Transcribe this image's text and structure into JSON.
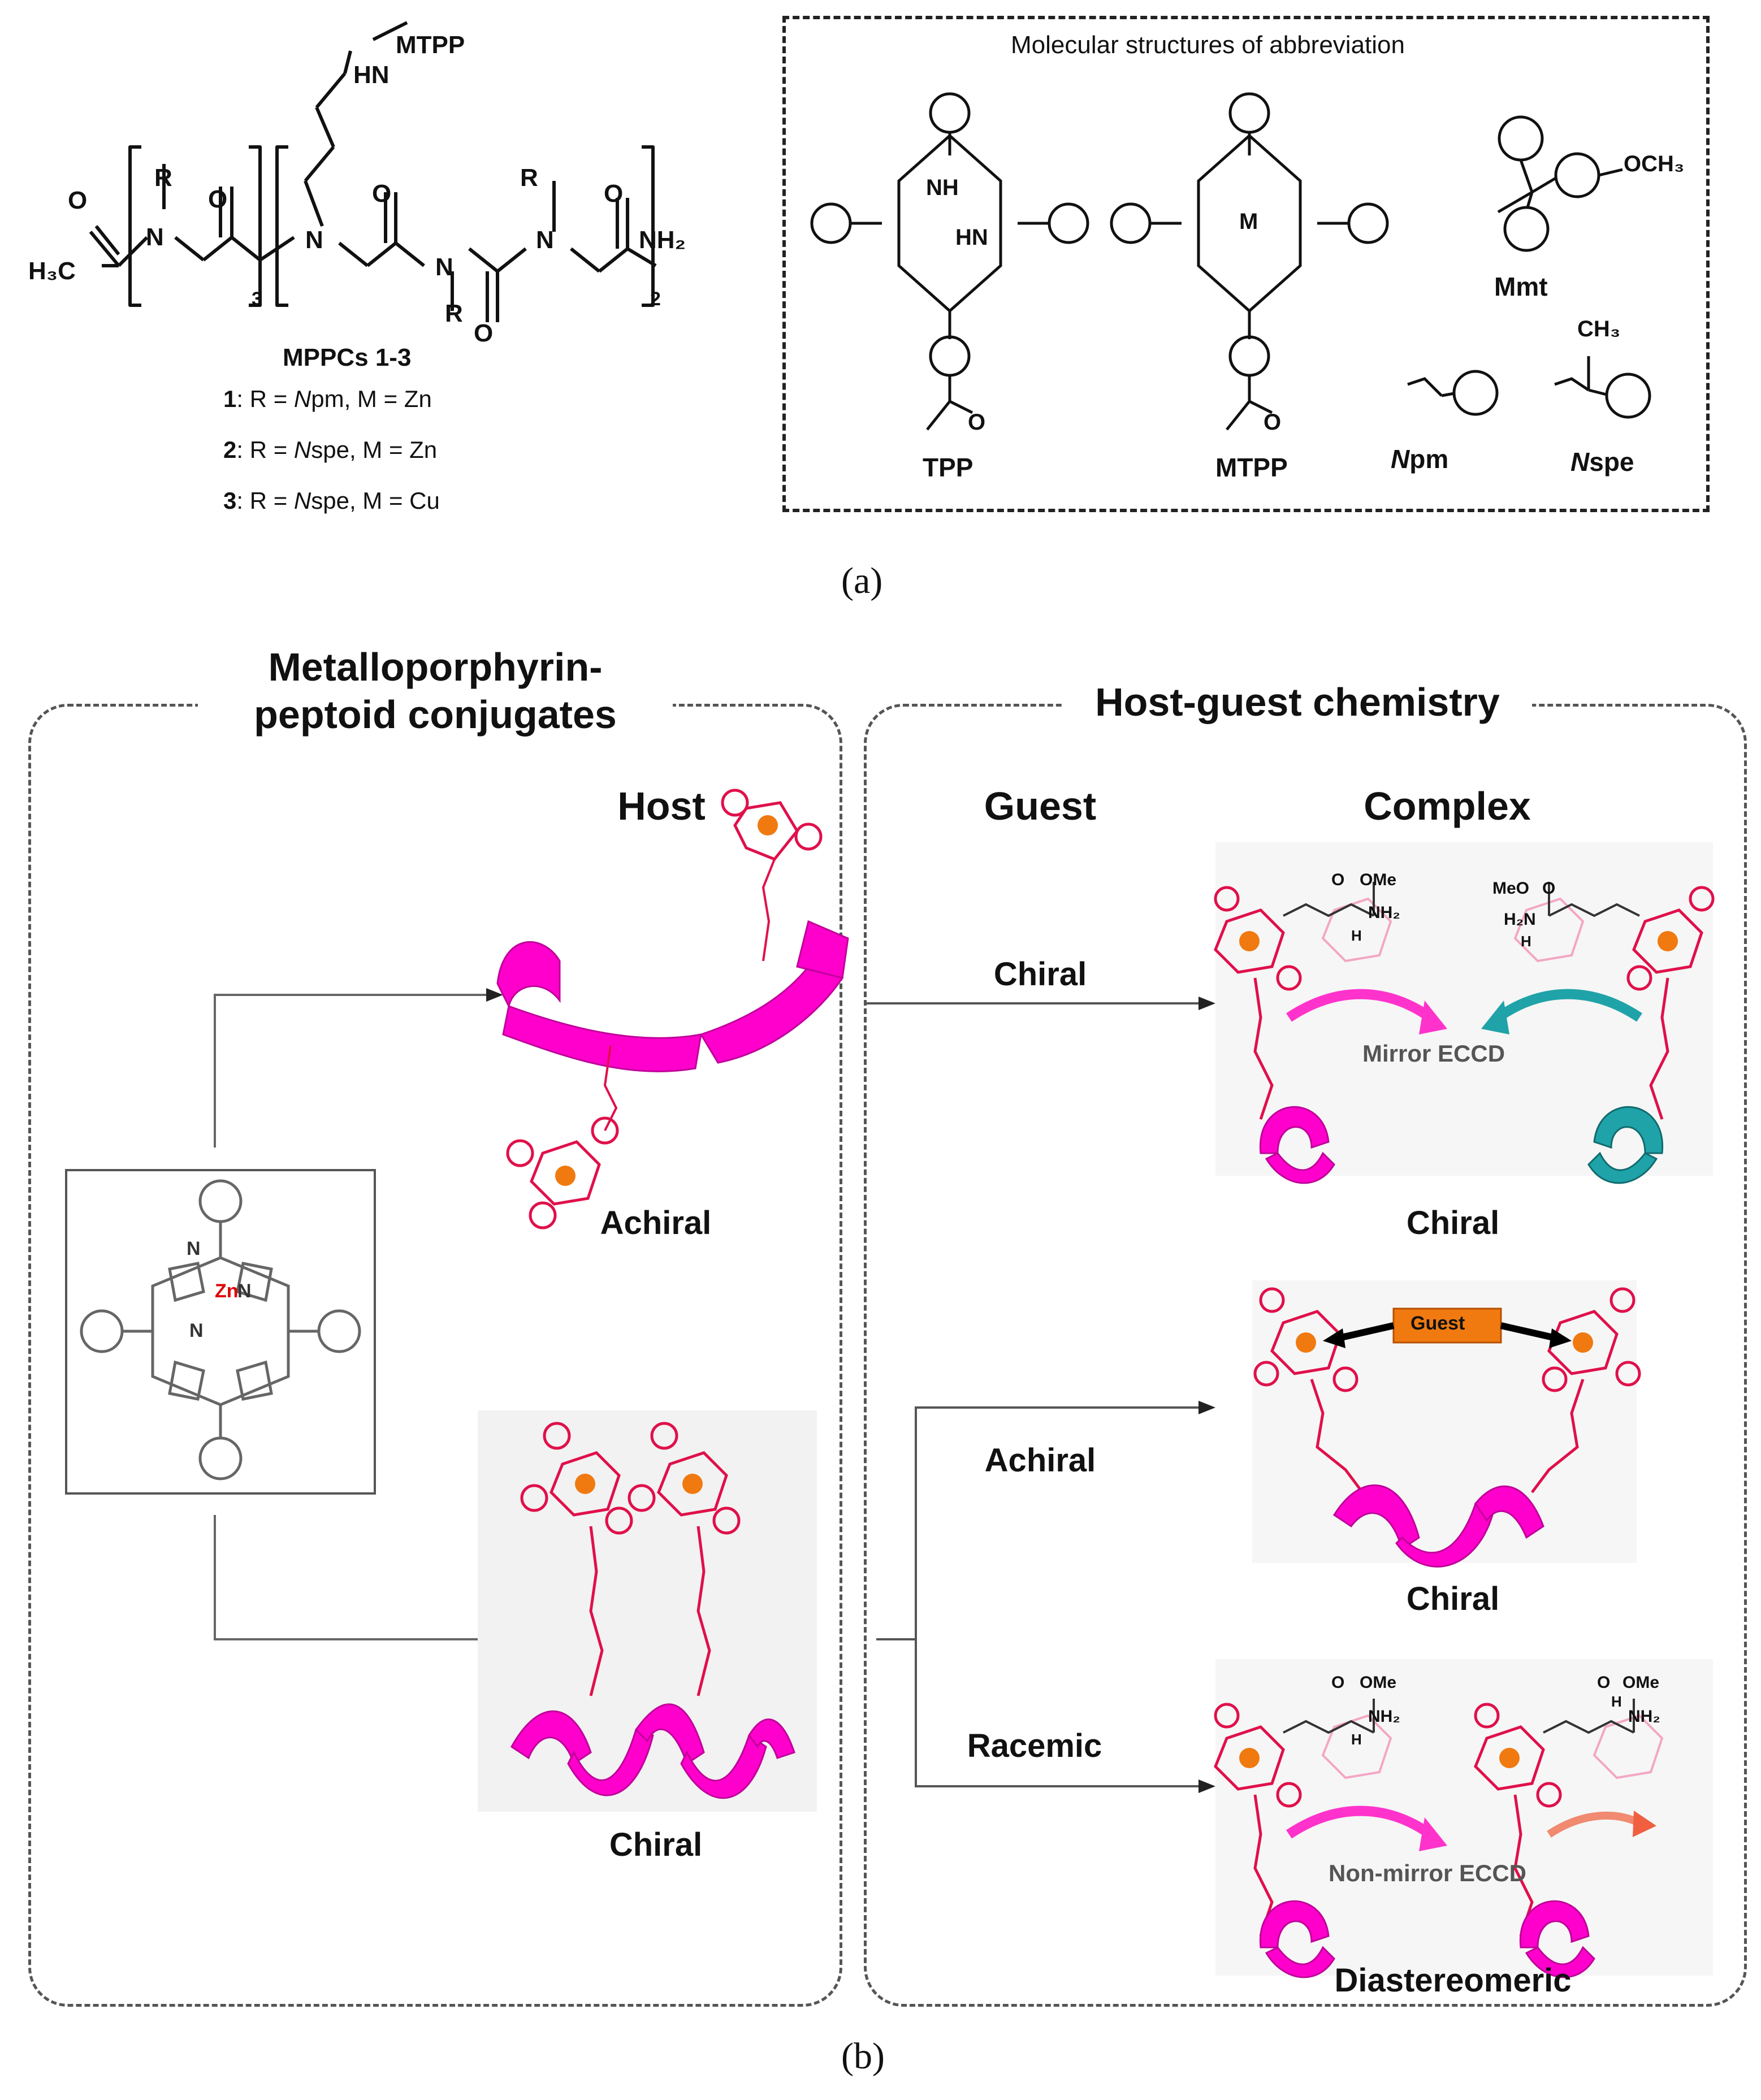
{
  "panel_a": {
    "label": "(a)",
    "formula": {
      "mtpp": "MTPP",
      "hn": "HN",
      "r_top_left": "R",
      "r_top_right": "R",
      "r_bottom": "R",
      "n1": "N",
      "n2": "N",
      "n3": "N",
      "n4": "N",
      "o1": "O",
      "o2": "O",
      "o3": "O",
      "o4": "O",
      "o5": "O",
      "h3c": "H₃C",
      "nh2": "NH₂",
      "sub3": "3",
      "sub2": "2"
    },
    "compound_title": "MPPCs 1-3",
    "compounds": [
      {
        "num": "1",
        "text": ": R = ",
        "ital": "N",
        "rest": "pm, M = Zn"
      },
      {
        "num": "2",
        "text": ": R = ",
        "ital": "N",
        "rest": "spe, M = Zn"
      },
      {
        "num": "3",
        "text": ": R = ",
        "ital": "N",
        "rest": "spe, M = Cu"
      }
    ],
    "abbr_title": "Molecular  structures of abbreviation",
    "abbr_labels": {
      "tpp": "TPP",
      "mtpp": "MTPP",
      "mmt": "Mmt",
      "npm_n": "N",
      "npm_rest": "pm",
      "nspe_n": "N",
      "nspe_rest": "spe",
      "och3": "OCH₃",
      "ch3": "CH₃",
      "nh": "NH",
      "hn": "HN",
      "n": "N",
      "m": "M",
      "o": "O"
    }
  },
  "panel_b": {
    "label": "(b)",
    "left_title_1": "Metalloporphyrin-",
    "left_title_2": "peptoid conjugates",
    "right_title": "Host-guest chemistry",
    "host_heading": "Host",
    "guest_heading": "Guest",
    "complex_heading": "Complex",
    "host_achiral": "Achiral",
    "host_chiral": "Chiral",
    "guest_chiral": "Chiral",
    "guest_achiral": "Achiral",
    "guest_racemic": "Racemic",
    "complex_chiral_1": "Chiral",
    "complex_chiral_2": "Chiral",
    "complex_diastereomeric": "Diastereomeric",
    "mirror_eccd": "Mirror ECCD",
    "non_mirror_eccd": "Non-mirror ECCD",
    "guest_box": "Guest",
    "zn": "Zn",
    "n": "N",
    "ome": "OMe",
    "meo": "MeO",
    "o": "O",
    "h": "H",
    "nh2": "NH₂",
    "h2n": "H₂N"
  },
  "colors": {
    "magenta": "#ff00cc",
    "porphyrin_red": "#e0104a",
    "teal": "#1fa3a8",
    "orange": "#f07a10",
    "gold": "#f5a000",
    "frame": "#555555"
  }
}
